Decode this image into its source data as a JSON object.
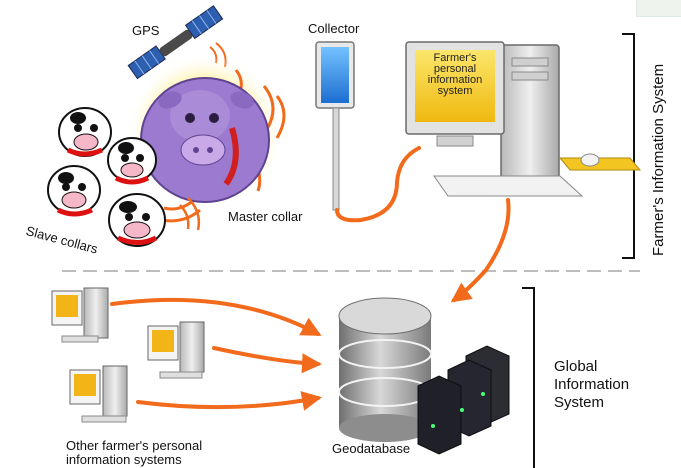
{
  "labels": {
    "gps": "GPS",
    "collector": "Collector",
    "screen_text": "Farmer's personal information system",
    "slave_collars": "Slave collars",
    "master_collar": "Master collar",
    "farmers_information_system": "Farmer's Information System",
    "global_information_system_line1": "Global",
    "global_information_system_line2": "Information",
    "global_information_system_line3": "System",
    "geodatabase": "Geodatabase",
    "other_systems_line1": "Other farmer's personal",
    "other_systems_line2": "information systems"
  },
  "colors": {
    "arrow": "#f26a1b",
    "divider": "#bdbdbd",
    "cow_purple": "#9b7ad0",
    "screen_yellow": "#f7d21e",
    "database_gray": "#9e9e9e",
    "server_black": "#1c1c1e"
  }
}
